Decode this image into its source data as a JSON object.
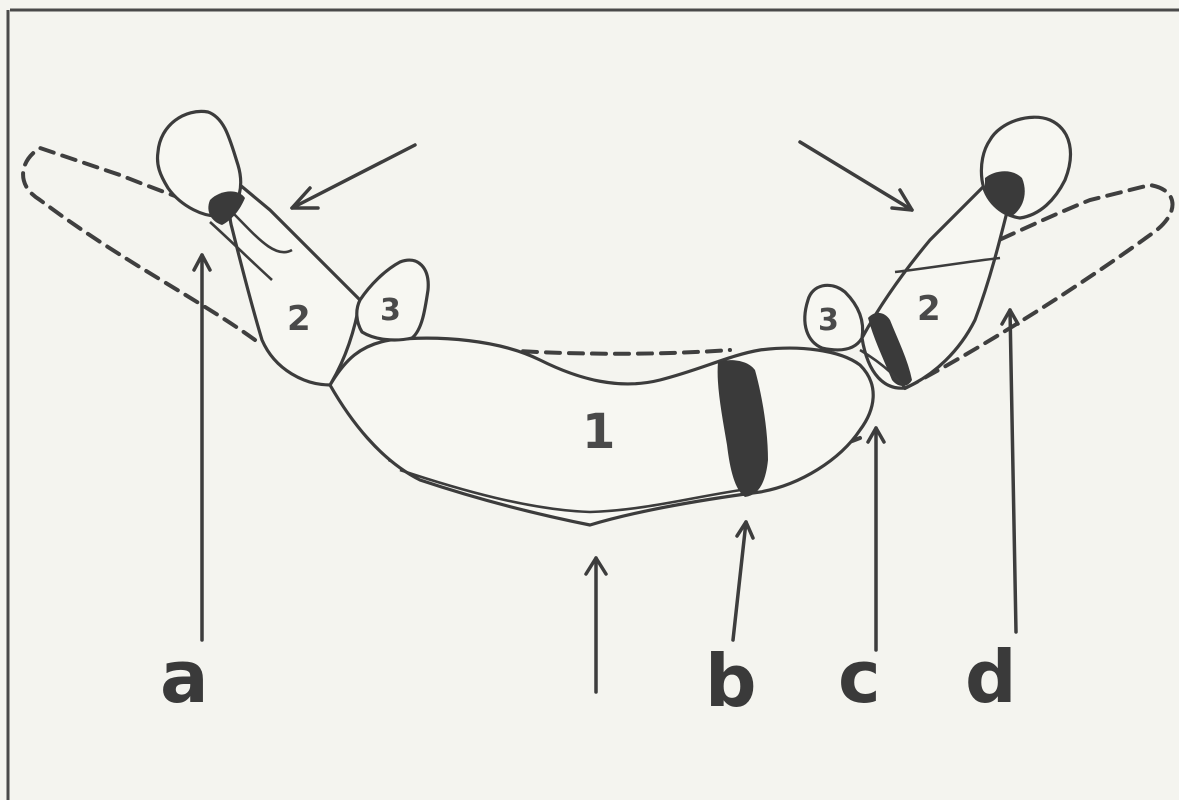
{
  "labels": {
    "a": "a",
    "b": "b",
    "c": "c",
    "d": "d"
  },
  "regions": {
    "body": "1",
    "left_ramus": "2",
    "left_condyle": "3",
    "right_ramus": "2",
    "right_condyle": "3"
  }
}
